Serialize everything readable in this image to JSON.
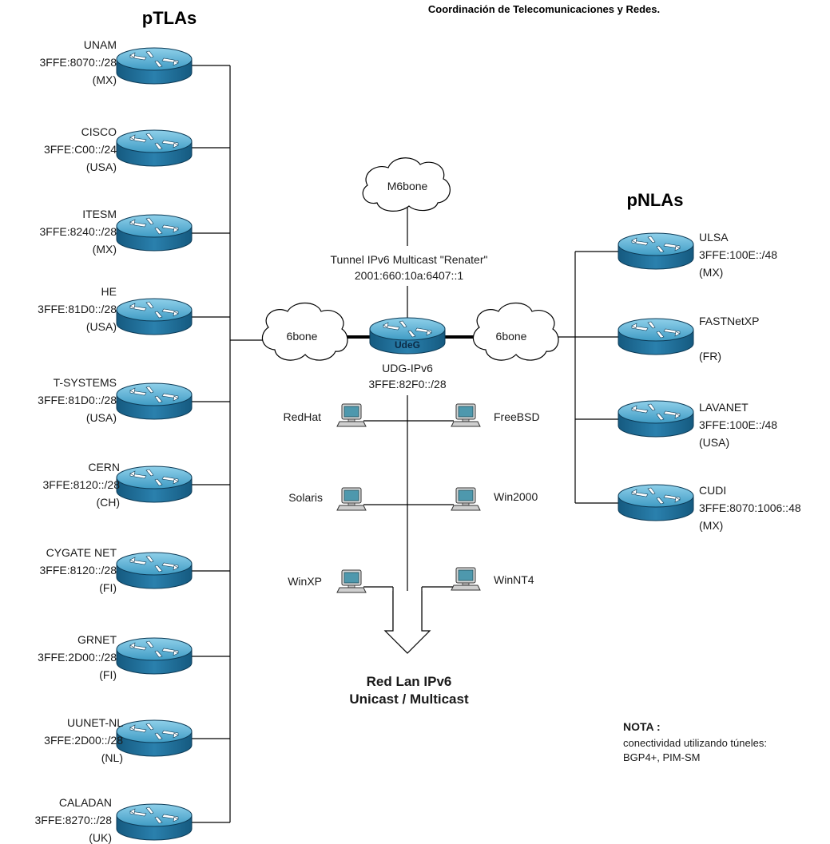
{
  "header": {
    "title": "Coordinación de Telecomunicaciones y Redes."
  },
  "ptlas": {
    "heading": "pTLAs",
    "routers": [
      {
        "name": "UNAM",
        "prefix": "3FFE:8070::/28",
        "country": "(MX)"
      },
      {
        "name": "CISCO",
        "prefix": "3FFE:C00::/24",
        "country": "(USA)"
      },
      {
        "name": "ITESM",
        "prefix": "3FFE:8240::/28",
        "country": "(MX)"
      },
      {
        "name": "HE",
        "prefix": "3FFE:81D0::/28",
        "country": "(USA)"
      },
      {
        "name": "T-SYSTEMS",
        "prefix": "3FFE:81D0::/28",
        "country": "(USA)"
      },
      {
        "name": "CERN",
        "prefix": "3FFE:8120::/28",
        "country": "(CH)"
      },
      {
        "name": "CYGATE NET",
        "prefix": "3FFE:8120::/28",
        "country": "(FI)"
      },
      {
        "name": "GRNET",
        "prefix": "3FFE:2D00::/28",
        "country": "(FI)"
      },
      {
        "name": "UUNET-NL",
        "prefix": "3FFE:2D00::/28",
        "country": "(NL)"
      },
      {
        "name": "CALADAN",
        "prefix": "3FFE:8270::/28",
        "country": "(UK)"
      }
    ]
  },
  "pnlas": {
    "heading": "pNLAs",
    "routers": [
      {
        "name": "ULSA",
        "prefix": "3FFE:100E::/48",
        "country": "(MX)"
      },
      {
        "name": "FASTNetXP",
        "prefix": "",
        "country": "(FR)"
      },
      {
        "name": "LAVANET",
        "prefix": "3FFE:100E::/48",
        "country": "(USA)"
      },
      {
        "name": "CUDI",
        "prefix": "3FFE:8070:1006::48",
        "country": "(MX)"
      }
    ]
  },
  "center": {
    "m6bone": "M6bone",
    "tunnel_line1": "Tunnel IPv6 Multicast \"Renater\"",
    "tunnel_line2": "2001:660:10a:6407::1",
    "cloud_left": "6bone",
    "cloud_right": "6bone",
    "router_label": "UdeG",
    "router_name": "UDG-IPv6",
    "router_prefix": "3FFE:82F0::/28"
  },
  "hosts": [
    {
      "name": "RedHat"
    },
    {
      "name": "FreeBSD"
    },
    {
      "name": "Solaris"
    },
    {
      "name": "Win2000"
    },
    {
      "name": "WinXP"
    },
    {
      "name": "WinNT4"
    }
  ],
  "lan": {
    "line1": "Red Lan IPv6",
    "line2": "Unicast / Multicast"
  },
  "note": {
    "title": "NOTA :",
    "line1": "conectividad utilizando túneles:",
    "line2": "BGP4+, PIM-SM"
  },
  "colors": {
    "router_top": "#5fb3d3",
    "router_side": "#1f6f99",
    "monitor": "#5fa0b0"
  }
}
